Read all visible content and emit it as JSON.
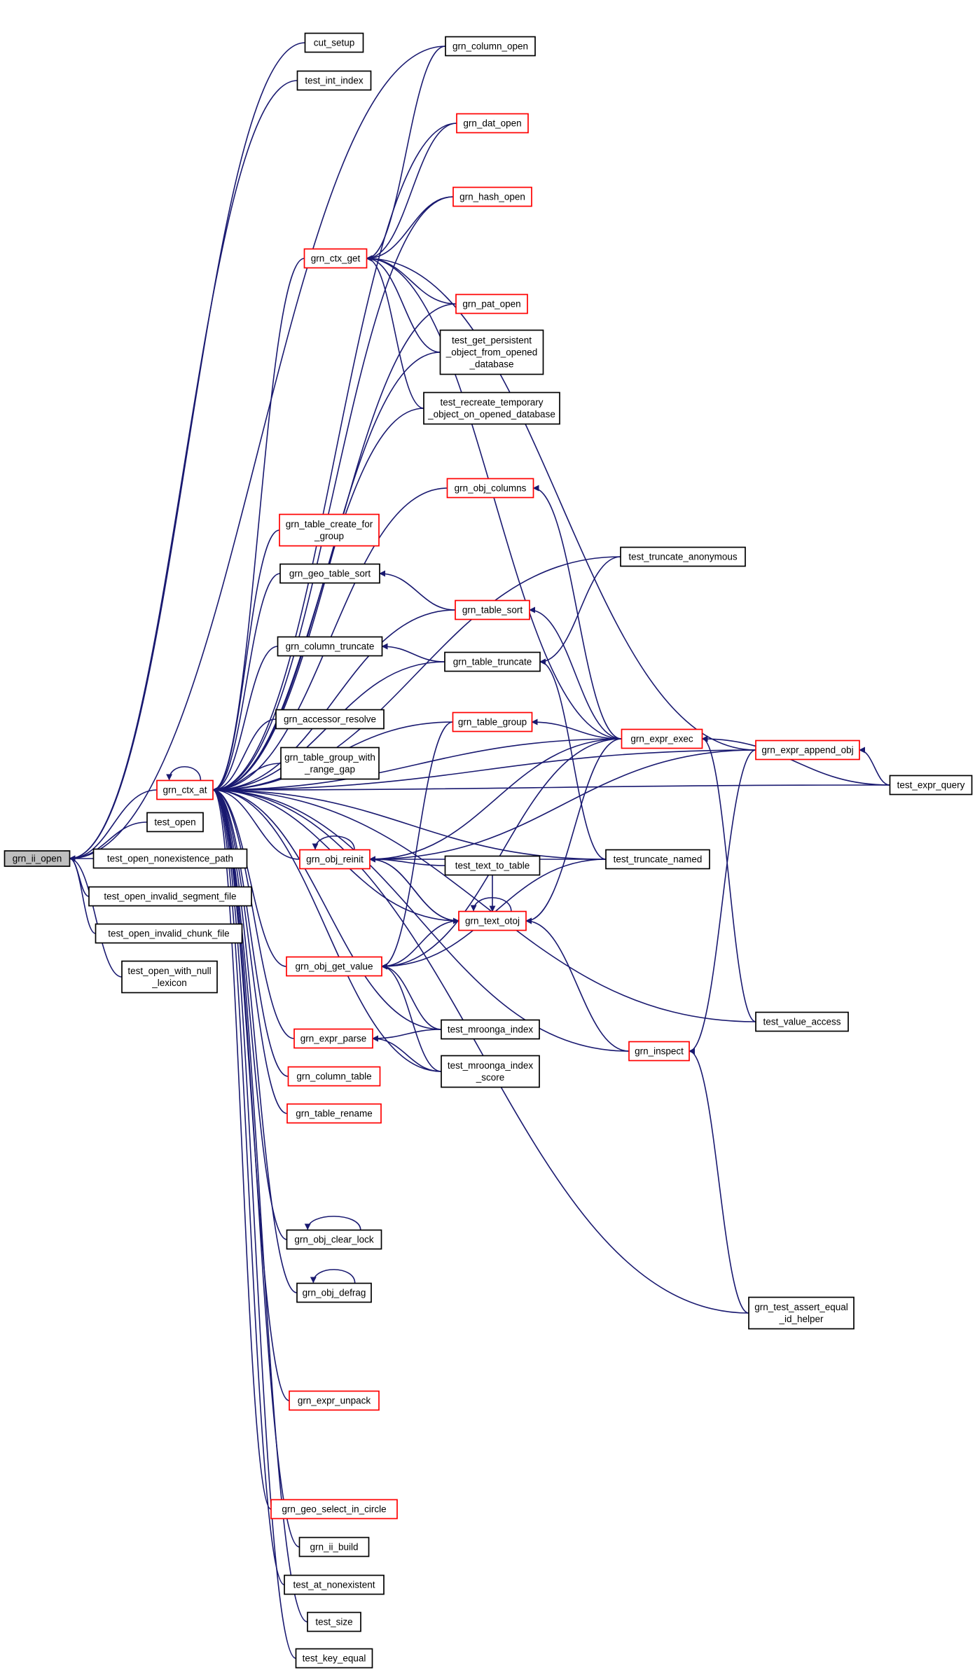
{
  "colors": {
    "edge": "#191970",
    "border_normal": "#000000",
    "border_truncated": "#ff0000",
    "fill_normal": "#ffffff",
    "fill_focus": "#bfbfbf"
  },
  "nodes": [
    {
      "id": "grn_ii_open",
      "lines": [
        "grn_ii_open"
      ],
      "style": "focus"
    },
    {
      "id": "cut_setup",
      "lines": [
        "cut_setup"
      ],
      "style": "normal"
    },
    {
      "id": "test_int_index",
      "lines": [
        "test_int_index"
      ],
      "style": "normal"
    },
    {
      "id": "grn_column_open",
      "lines": [
        "grn_column_open"
      ],
      "style": "normal"
    },
    {
      "id": "grn_dat_open",
      "lines": [
        "grn_dat_open"
      ],
      "style": "truncated"
    },
    {
      "id": "grn_hash_open",
      "lines": [
        "grn_hash_open"
      ],
      "style": "truncated"
    },
    {
      "id": "grn_ctx_get",
      "lines": [
        "grn_ctx_get"
      ],
      "style": "truncated"
    },
    {
      "id": "grn_pat_open",
      "lines": [
        "grn_pat_open"
      ],
      "style": "truncated"
    },
    {
      "id": "test_get_persistent",
      "lines": [
        "test_get_persistent",
        "_object_from_opened",
        "_database"
      ],
      "style": "normal"
    },
    {
      "id": "test_recreate_temporary",
      "lines": [
        "test_recreate_temporary",
        "_object_on_opened_database"
      ],
      "style": "normal"
    },
    {
      "id": "grn_obj_columns",
      "lines": [
        "grn_obj_columns"
      ],
      "style": "truncated"
    },
    {
      "id": "grn_table_create_for_group",
      "lines": [
        "grn_table_create_for",
        "_group"
      ],
      "style": "truncated"
    },
    {
      "id": "test_truncate_anonymous",
      "lines": [
        "test_truncate_anonymous"
      ],
      "style": "normal"
    },
    {
      "id": "grn_geo_table_sort",
      "lines": [
        "grn_geo_table_sort"
      ],
      "style": "normal"
    },
    {
      "id": "grn_table_sort",
      "lines": [
        "grn_table_sort"
      ],
      "style": "truncated"
    },
    {
      "id": "grn_column_truncate",
      "lines": [
        "grn_column_truncate"
      ],
      "style": "normal"
    },
    {
      "id": "grn_table_truncate",
      "lines": [
        "grn_table_truncate"
      ],
      "style": "normal"
    },
    {
      "id": "grn_accessor_resolve",
      "lines": [
        "grn_accessor_resolve"
      ],
      "style": "normal"
    },
    {
      "id": "grn_table_group",
      "lines": [
        "grn_table_group"
      ],
      "style": "truncated"
    },
    {
      "id": "grn_expr_exec",
      "lines": [
        "grn_expr_exec"
      ],
      "style": "truncated"
    },
    {
      "id": "grn_expr_append_obj",
      "lines": [
        "grn_expr_append_obj"
      ],
      "style": "truncated"
    },
    {
      "id": "grn_table_group_with_range_gap",
      "lines": [
        "grn_table_group_with",
        "_range_gap"
      ],
      "style": "normal"
    },
    {
      "id": "grn_ctx_at",
      "lines": [
        "grn_ctx_at"
      ],
      "style": "truncated"
    },
    {
      "id": "test_expr_query",
      "lines": [
        "test_expr_query"
      ],
      "style": "normal"
    },
    {
      "id": "test_open",
      "lines": [
        "test_open"
      ],
      "style": "normal"
    },
    {
      "id": "grn_obj_reinit",
      "lines": [
        "grn_obj_reinit"
      ],
      "style": "truncated"
    },
    {
      "id": "test_open_nonexistence_path",
      "lines": [
        "test_open_nonexistence_path"
      ],
      "style": "normal"
    },
    {
      "id": "test_truncate_named",
      "lines": [
        "test_truncate_named"
      ],
      "style": "normal"
    },
    {
      "id": "test_text_to_table",
      "lines": [
        "test_text_to_table"
      ],
      "style": "normal"
    },
    {
      "id": "test_open_invalid_segment_file",
      "lines": [
        "test_open_invalid_segment_file"
      ],
      "style": "normal"
    },
    {
      "id": "grn_text_otoj",
      "lines": [
        "grn_text_otoj"
      ],
      "style": "truncated"
    },
    {
      "id": "test_open_invalid_chunk_file",
      "lines": [
        "test_open_invalid_chunk_file"
      ],
      "style": "normal"
    },
    {
      "id": "grn_obj_get_value",
      "lines": [
        "grn_obj_get_value"
      ],
      "style": "truncated"
    },
    {
      "id": "test_open_with_null_lexicon",
      "lines": [
        "test_open_with_null",
        "_lexicon"
      ],
      "style": "normal"
    },
    {
      "id": "test_value_access",
      "lines": [
        "test_value_access"
      ],
      "style": "normal"
    },
    {
      "id": "test_mroonga_index",
      "lines": [
        "test_mroonga_index"
      ],
      "style": "normal"
    },
    {
      "id": "grn_expr_parse",
      "lines": [
        "grn_expr_parse"
      ],
      "style": "truncated"
    },
    {
      "id": "grn_inspect",
      "lines": [
        "grn_inspect"
      ],
      "style": "truncated"
    },
    {
      "id": "test_mroonga_index_score",
      "lines": [
        "test_mroonga_index",
        "_score"
      ],
      "style": "normal"
    },
    {
      "id": "grn_column_table",
      "lines": [
        "grn_column_table"
      ],
      "style": "truncated"
    },
    {
      "id": "grn_table_rename",
      "lines": [
        "grn_table_rename"
      ],
      "style": "truncated"
    },
    {
      "id": "grn_obj_clear_lock",
      "lines": [
        "grn_obj_clear_lock"
      ],
      "style": "normal"
    },
    {
      "id": "grn_obj_defrag",
      "lines": [
        "grn_obj_defrag"
      ],
      "style": "normal"
    },
    {
      "id": "grn_test_assert_equal_id_helper",
      "lines": [
        "grn_test_assert_equal",
        "_id_helper"
      ],
      "style": "normal"
    },
    {
      "id": "grn_expr_unpack",
      "lines": [
        "grn_expr_unpack"
      ],
      "style": "truncated"
    },
    {
      "id": "grn_geo_select_in_circle",
      "lines": [
        "grn_geo_select_in_circle"
      ],
      "style": "truncated"
    },
    {
      "id": "grn_ii_build",
      "lines": [
        "grn_ii_build"
      ],
      "style": "normal"
    },
    {
      "id": "test_at_nonexistent",
      "lines": [
        "test_at_nonexistent"
      ],
      "style": "normal"
    },
    {
      "id": "test_size",
      "lines": [
        "test_size"
      ],
      "style": "normal"
    },
    {
      "id": "test_key_equal",
      "lines": [
        "test_key_equal"
      ],
      "style": "normal"
    }
  ],
  "edges": [
    [
      "cut_setup",
      "grn_ii_open"
    ],
    [
      "test_int_index",
      "grn_ii_open"
    ],
    [
      "grn_column_open",
      "grn_ii_open"
    ],
    [
      "grn_ctx_at",
      "grn_ii_open"
    ],
    [
      "test_open",
      "grn_ii_open"
    ],
    [
      "test_open_nonexistence_path",
      "grn_ii_open"
    ],
    [
      "test_open_invalid_segment_file",
      "grn_ii_open"
    ],
    [
      "test_open_invalid_chunk_file",
      "grn_ii_open"
    ],
    [
      "test_open_with_null_lexicon",
      "grn_ii_open"
    ],
    [
      "grn_ctx_get",
      "grn_ctx_at"
    ],
    [
      "grn_column_open",
      "grn_ctx_get"
    ],
    [
      "grn_dat_open",
      "grn_ctx_get"
    ],
    [
      "grn_hash_open",
      "grn_ctx_get"
    ],
    [
      "grn_pat_open",
      "grn_ctx_get"
    ],
    [
      "test_get_persistent",
      "grn_ctx_get"
    ],
    [
      "test_recreate_temporary",
      "grn_ctx_get"
    ],
    [
      "grn_expr_exec",
      "grn_ctx_get"
    ],
    [
      "grn_expr_append_obj",
      "grn_ctx_get"
    ],
    [
      "grn_dat_open",
      "grn_ctx_at"
    ],
    [
      "grn_hash_open",
      "grn_ctx_at"
    ],
    [
      "grn_pat_open",
      "grn_ctx_at"
    ],
    [
      "test_get_persistent",
      "grn_ctx_at"
    ],
    [
      "test_recreate_temporary",
      "grn_ctx_at"
    ],
    [
      "grn_obj_columns",
      "grn_ctx_at"
    ],
    [
      "grn_table_create_for_group",
      "grn_ctx_at"
    ],
    [
      "test_truncate_anonymous",
      "grn_ctx_at"
    ],
    [
      "grn_geo_table_sort",
      "grn_ctx_at"
    ],
    [
      "grn_table_sort",
      "grn_ctx_at"
    ],
    [
      "grn_column_truncate",
      "grn_ctx_at"
    ],
    [
      "grn_table_truncate",
      "grn_ctx_at"
    ],
    [
      "grn_accessor_resolve",
      "grn_ctx_at"
    ],
    [
      "grn_table_group",
      "grn_ctx_at"
    ],
    [
      "grn_expr_exec",
      "grn_ctx_at"
    ],
    [
      "grn_expr_append_obj",
      "grn_ctx_at"
    ],
    [
      "grn_table_group_with_range_gap",
      "grn_ctx_at"
    ],
    [
      "grn_ctx_at",
      "grn_ctx_at"
    ],
    [
      "grn_obj_reinit",
      "grn_ctx_at"
    ],
    [
      "grn_text_otoj",
      "grn_ctx_at"
    ],
    [
      "grn_obj_get_value",
      "grn_ctx_at"
    ],
    [
      "test_mroonga_index",
      "grn_ctx_at"
    ],
    [
      "grn_expr_parse",
      "grn_ctx_at"
    ],
    [
      "grn_column_table",
      "grn_ctx_at"
    ],
    [
      "test_mroonga_index_score",
      "grn_ctx_at"
    ],
    [
      "grn_table_rename",
      "grn_ctx_at"
    ],
    [
      "test_truncate_named",
      "grn_ctx_at"
    ],
    [
      "grn_inspect",
      "grn_ctx_at"
    ],
    [
      "grn_obj_clear_lock",
      "grn_ctx_at"
    ],
    [
      "grn_obj_defrag",
      "grn_ctx_at"
    ],
    [
      "test_value_access",
      "grn_ctx_at"
    ],
    [
      "grn_test_assert_equal_id_helper",
      "grn_ctx_at"
    ],
    [
      "grn_expr_unpack",
      "grn_ctx_at"
    ],
    [
      "test_expr_query",
      "grn_ctx_at"
    ],
    [
      "grn_geo_select_in_circle",
      "grn_ctx_at"
    ],
    [
      "grn_ii_build",
      "grn_ctx_at"
    ],
    [
      "test_at_nonexistent",
      "grn_ctx_at"
    ],
    [
      "test_size",
      "grn_ctx_at"
    ],
    [
      "test_key_equal",
      "grn_ctx_at"
    ],
    [
      "grn_expr_exec",
      "grn_obj_columns"
    ],
    [
      "grn_table_sort",
      "grn_geo_table_sort"
    ],
    [
      "grn_expr_exec",
      "grn_table_sort"
    ],
    [
      "grn_table_truncate",
      "grn_column_truncate"
    ],
    [
      "test_truncate_anonymous",
      "grn_table_truncate"
    ],
    [
      "test_truncate_named",
      "grn_table_truncate"
    ],
    [
      "grn_expr_exec",
      "grn_table_group"
    ],
    [
      "test_value_access",
      "grn_expr_exec"
    ],
    [
      "test_expr_query",
      "grn_expr_exec"
    ],
    [
      "test_expr_query",
      "grn_expr_append_obj"
    ],
    [
      "grn_obj_reinit",
      "grn_obj_reinit"
    ],
    [
      "grn_expr_exec",
      "grn_obj_reinit"
    ],
    [
      "grn_expr_append_obj",
      "grn_obj_reinit"
    ],
    [
      "test_truncate_named",
      "grn_obj_reinit"
    ],
    [
      "test_text_to_table",
      "grn_obj_reinit"
    ],
    [
      "grn_text_otoj",
      "grn_obj_reinit"
    ],
    [
      "test_text_to_table",
      "grn_text_otoj"
    ],
    [
      "grn_obj_reinit",
      "grn_text_otoj"
    ],
    [
      "grn_text_otoj",
      "grn_text_otoj"
    ],
    [
      "grn_expr_exec",
      "grn_text_otoj"
    ],
    [
      "grn_inspect",
      "grn_text_otoj"
    ],
    [
      "grn_text_otoj",
      "grn_obj_get_value"
    ],
    [
      "grn_table_group",
      "grn_obj_get_value"
    ],
    [
      "grn_expr_exec",
      "grn_obj_get_value"
    ],
    [
      "test_mroonga_index",
      "grn_obj_get_value"
    ],
    [
      "test_mroonga_index_score",
      "grn_obj_get_value"
    ],
    [
      "test_truncate_named",
      "grn_obj_get_value"
    ],
    [
      "test_mroonga_index",
      "grn_expr_parse"
    ],
    [
      "test_mroonga_index_score",
      "grn_expr_parse"
    ],
    [
      "grn_expr_append_obj",
      "grn_inspect"
    ],
    [
      "grn_test_assert_equal_id_helper",
      "grn_inspect"
    ],
    [
      "grn_obj_clear_lock",
      "grn_obj_clear_lock"
    ],
    [
      "grn_obj_defrag",
      "grn_obj_defrag"
    ]
  ]
}
